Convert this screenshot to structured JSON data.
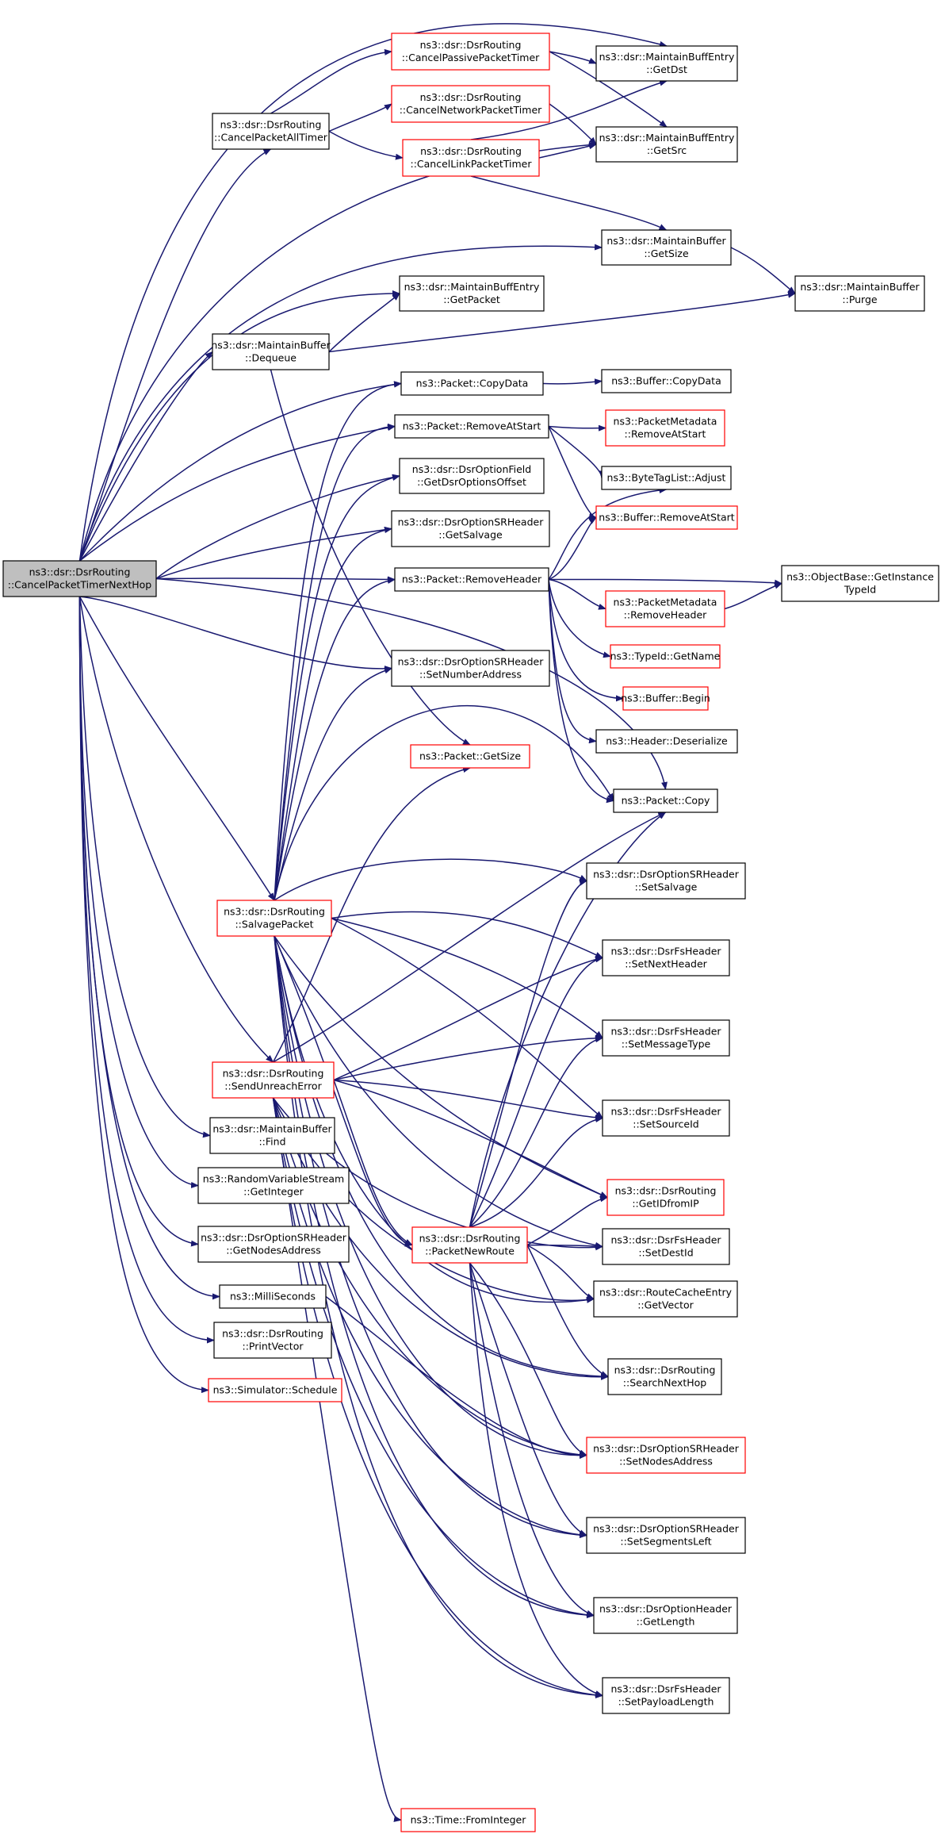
{
  "nodes": [
    {
      "id": "root",
      "lines": [
        "ns3::dsr::DsrRouting",
        "::CancelPacketTimerNextHop"
      ],
      "style": "root"
    },
    {
      "id": "cancelAll",
      "lines": [
        "ns3::dsr::DsrRouting",
        "::CancelPacketAllTimer"
      ],
      "style": "normal"
    },
    {
      "id": "cancelPassive",
      "lines": [
        "ns3::dsr::DsrRouting",
        "::CancelPassivePacketTimer"
      ],
      "style": "red"
    },
    {
      "id": "cancelNetwork",
      "lines": [
        "ns3::dsr::DsrRouting",
        "::CancelNetworkPacketTimer"
      ],
      "style": "red"
    },
    {
      "id": "cancelLink",
      "lines": [
        "ns3::dsr::DsrRouting",
        "::CancelLinkPacketTimer"
      ],
      "style": "red"
    },
    {
      "id": "mbeGetDst",
      "lines": [
        "ns3::dsr::MaintainBuffEntry",
        "::GetDst"
      ],
      "style": "normal"
    },
    {
      "id": "mbeGetSrc",
      "lines": [
        "ns3::dsr::MaintainBuffEntry",
        "::GetSrc"
      ],
      "style": "normal"
    },
    {
      "id": "mbGetSize",
      "lines": [
        "ns3::dsr::MaintainBuffer",
        "::GetSize"
      ],
      "style": "normal"
    },
    {
      "id": "mbPurge",
      "lines": [
        "ns3::dsr::MaintainBuffer",
        "::Purge"
      ],
      "style": "normal"
    },
    {
      "id": "mbeGetPacket",
      "lines": [
        "ns3::dsr::MaintainBuffEntry",
        "::GetPacket"
      ],
      "style": "normal"
    },
    {
      "id": "mbDequeue",
      "lines": [
        "ns3::dsr::MaintainBuffer",
        "::Dequeue"
      ],
      "style": "normal"
    },
    {
      "id": "pktCopyData",
      "lines": [
        "ns3::Packet::CopyData"
      ],
      "style": "normal"
    },
    {
      "id": "bufCopyData",
      "lines": [
        "ns3::Buffer::CopyData"
      ],
      "style": "normal"
    },
    {
      "id": "pktRemoveAtStart",
      "lines": [
        "ns3::Packet::RemoveAtStart"
      ],
      "style": "normal"
    },
    {
      "id": "pmRemoveAtStart",
      "lines": [
        "ns3::PacketMetadata",
        "::RemoveAtStart"
      ],
      "style": "red"
    },
    {
      "id": "optGetDsrOffset",
      "lines": [
        "ns3::dsr::DsrOptionField",
        "::GetDsrOptionsOffset"
      ],
      "style": "normal"
    },
    {
      "id": "btlAdjust",
      "lines": [
        "ns3::ByteTagList::Adjust"
      ],
      "style": "normal"
    },
    {
      "id": "bufRemoveAtStart",
      "lines": [
        "ns3::Buffer::RemoveAtStart"
      ],
      "style": "red"
    },
    {
      "id": "srGetSalvage",
      "lines": [
        "ns3::dsr::DsrOptionSRHeader",
        "::GetSalvage"
      ],
      "style": "normal"
    },
    {
      "id": "pktRemoveHeader",
      "lines": [
        "ns3::Packet::RemoveHeader"
      ],
      "style": "normal"
    },
    {
      "id": "objGetInstanceTypeId",
      "lines": [
        "ns3::ObjectBase::GetInstance",
        "TypeId"
      ],
      "style": "normal"
    },
    {
      "id": "pmRemoveHeader",
      "lines": [
        "ns3::PacketMetadata",
        "::RemoveHeader"
      ],
      "style": "red"
    },
    {
      "id": "typeIdGetName",
      "lines": [
        "ns3::TypeId::GetName"
      ],
      "style": "red"
    },
    {
      "id": "srSetNumberAddress",
      "lines": [
        "ns3::dsr::DsrOptionSRHeader",
        "::SetNumberAddress"
      ],
      "style": "normal"
    },
    {
      "id": "bufBegin",
      "lines": [
        "ns3::Buffer::Begin"
      ],
      "style": "red"
    },
    {
      "id": "hdrDeserialize",
      "lines": [
        "ns3::Header::Deserialize"
      ],
      "style": "normal"
    },
    {
      "id": "pktGetSize",
      "lines": [
        "ns3::Packet::GetSize"
      ],
      "style": "red"
    },
    {
      "id": "pktCopy",
      "lines": [
        "ns3::Packet::Copy"
      ],
      "style": "normal"
    },
    {
      "id": "salvagePacket",
      "lines": [
        "ns3::dsr::DsrRouting",
        "::SalvagePacket"
      ],
      "style": "red"
    },
    {
      "id": "srSetSalvage",
      "lines": [
        "ns3::dsr::DsrOptionSRHeader",
        "::SetSalvage"
      ],
      "style": "normal"
    },
    {
      "id": "fsSetNextHeader",
      "lines": [
        "ns3::dsr::DsrFsHeader",
        "::SetNextHeader"
      ],
      "style": "normal"
    },
    {
      "id": "fsSetMessageType",
      "lines": [
        "ns3::dsr::DsrFsHeader",
        "::SetMessageType"
      ],
      "style": "normal"
    },
    {
      "id": "sendUnreachError",
      "lines": [
        "ns3::dsr::DsrRouting",
        "::SendUnreachError"
      ],
      "style": "red"
    },
    {
      "id": "fsSetSourceId",
      "lines": [
        "ns3::dsr::DsrFsHeader",
        "::SetSourceId"
      ],
      "style": "normal"
    },
    {
      "id": "mbFind",
      "lines": [
        "ns3::dsr::MaintainBuffer",
        "::Find"
      ],
      "style": "normal"
    },
    {
      "id": "getIDfromIP",
      "lines": [
        "ns3::dsr::DsrRouting",
        "::GetIDfromIP"
      ],
      "style": "red"
    },
    {
      "id": "rvsGetInteger",
      "lines": [
        "ns3::RandomVariableStream",
        "::GetInteger"
      ],
      "style": "normal"
    },
    {
      "id": "srGetNodesAddress",
      "lines": [
        "ns3::dsr::DsrOptionSRHeader",
        "::GetNodesAddress"
      ],
      "style": "normal"
    },
    {
      "id": "packetNewRoute",
      "lines": [
        "ns3::dsr::DsrRouting",
        "::PacketNewRoute"
      ],
      "style": "red"
    },
    {
      "id": "fsSetDestId",
      "lines": [
        "ns3::dsr::DsrFsHeader",
        "::SetDestId"
      ],
      "style": "normal"
    },
    {
      "id": "milliSeconds",
      "lines": [
        "ns3::MilliSeconds"
      ],
      "style": "normal"
    },
    {
      "id": "rceGetVector",
      "lines": [
        "ns3::dsr::RouteCacheEntry",
        "::GetVector"
      ],
      "style": "normal"
    },
    {
      "id": "printVector",
      "lines": [
        "ns3::dsr::DsrRouting",
        "::PrintVector"
      ],
      "style": "normal"
    },
    {
      "id": "searchNextHop",
      "lines": [
        "ns3::dsr::DsrRouting",
        "::SearchNextHop"
      ],
      "style": "normal"
    },
    {
      "id": "simSchedule",
      "lines": [
        "ns3::Simulator::Schedule"
      ],
      "style": "red"
    },
    {
      "id": "srSetNodesAddress",
      "lines": [
        "ns3::dsr::DsrOptionSRHeader",
        "::SetNodesAddress"
      ],
      "style": "red"
    },
    {
      "id": "srSetSegmentsLeft",
      "lines": [
        "ns3::dsr::DsrOptionSRHeader",
        "::SetSegmentsLeft"
      ],
      "style": "normal"
    },
    {
      "id": "ohGetLength",
      "lines": [
        "ns3::dsr::DsrOptionHeader",
        "::GetLength"
      ],
      "style": "normal"
    },
    {
      "id": "fsSetPayloadLength",
      "lines": [
        "ns3::dsr::DsrFsHeader",
        "::SetPayloadLength"
      ],
      "style": "normal"
    },
    {
      "id": "timeFromInteger",
      "lines": [
        "ns3::Time::FromInteger"
      ],
      "style": "red"
    }
  ],
  "colors": {
    "edge": "#191970",
    "normal_border": "#000000",
    "red_border": "#ff0000",
    "root_fill": "#bfbfbf",
    "node_fill": "#ffffff"
  }
}
